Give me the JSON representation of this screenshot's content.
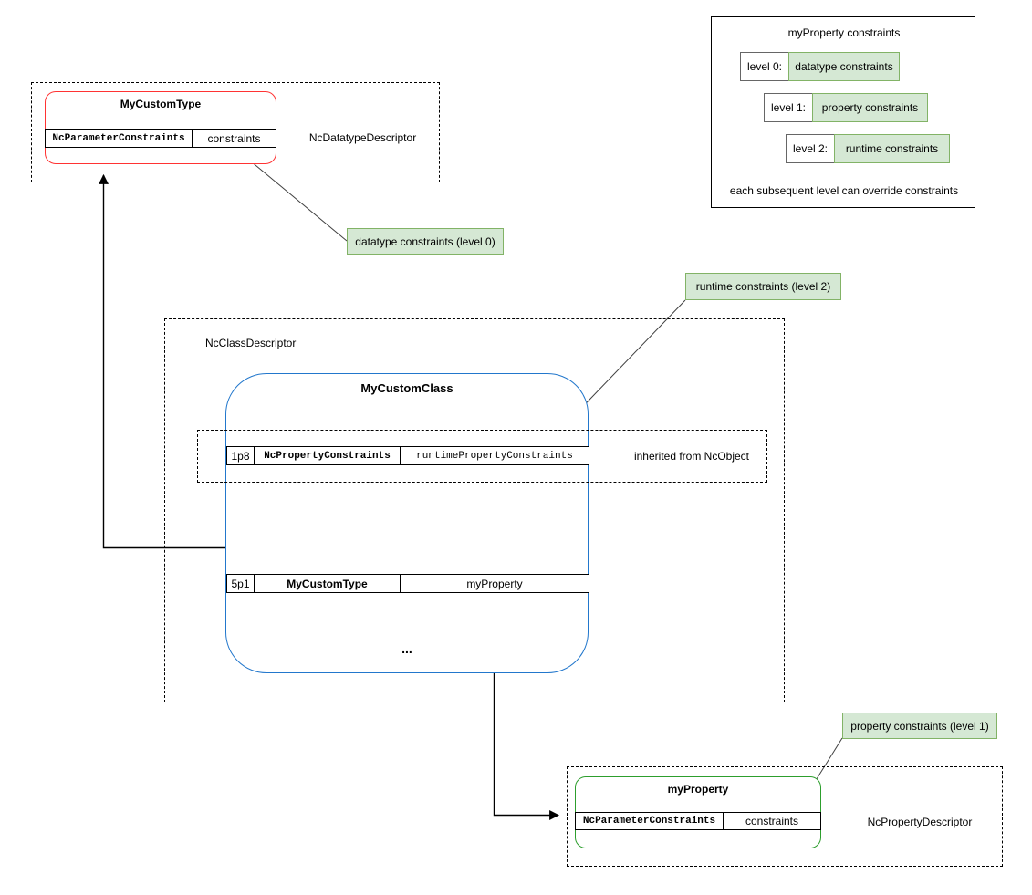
{
  "diagram": {
    "datatype_descriptor": {
      "label": "NcDatatypeDescriptor",
      "type_box": {
        "title": "MyCustomType",
        "field_type": "NcParameterConstraints",
        "field_name": "constraints"
      }
    },
    "class_descriptor": {
      "label": "NcClassDescriptor",
      "class_box": {
        "title": "MyCustomClass",
        "rows": [
          {
            "id": "1p8",
            "type": "NcPropertyConstraints",
            "name": "runtimePropertyConstraints"
          },
          {
            "id": "5p1",
            "type": "MyCustomType",
            "name": "myProperty"
          }
        ],
        "ellipsis": "...",
        "inherited_note": "inherited from NcObject"
      }
    },
    "property_descriptor": {
      "label": "NcPropertyDescriptor",
      "prop_box": {
        "title": "myProperty",
        "field_type": "NcParameterConstraints",
        "field_name": "constraints"
      }
    },
    "callouts": {
      "datatype": "datatype constraints (level 0)",
      "runtime": "runtime constraints (level 2)",
      "property": "property constraints (level 1)"
    },
    "legend": {
      "title": "myProperty constraints",
      "levels": [
        {
          "label": "level 0:",
          "value": "datatype constraints"
        },
        {
          "label": "level 1:",
          "value": "property constraints"
        },
        {
          "label": "level 2:",
          "value": "runtime constraints"
        }
      ],
      "footnote": "each subsequent level can override constraints"
    },
    "colors": {
      "red_stroke": "#ff3333",
      "blue_stroke": "#2277cc",
      "green_stroke": "#2d9e2d",
      "callout_fill": "#d5e8d4",
      "callout_border": "#82b366",
      "connector": "#404040"
    }
  }
}
